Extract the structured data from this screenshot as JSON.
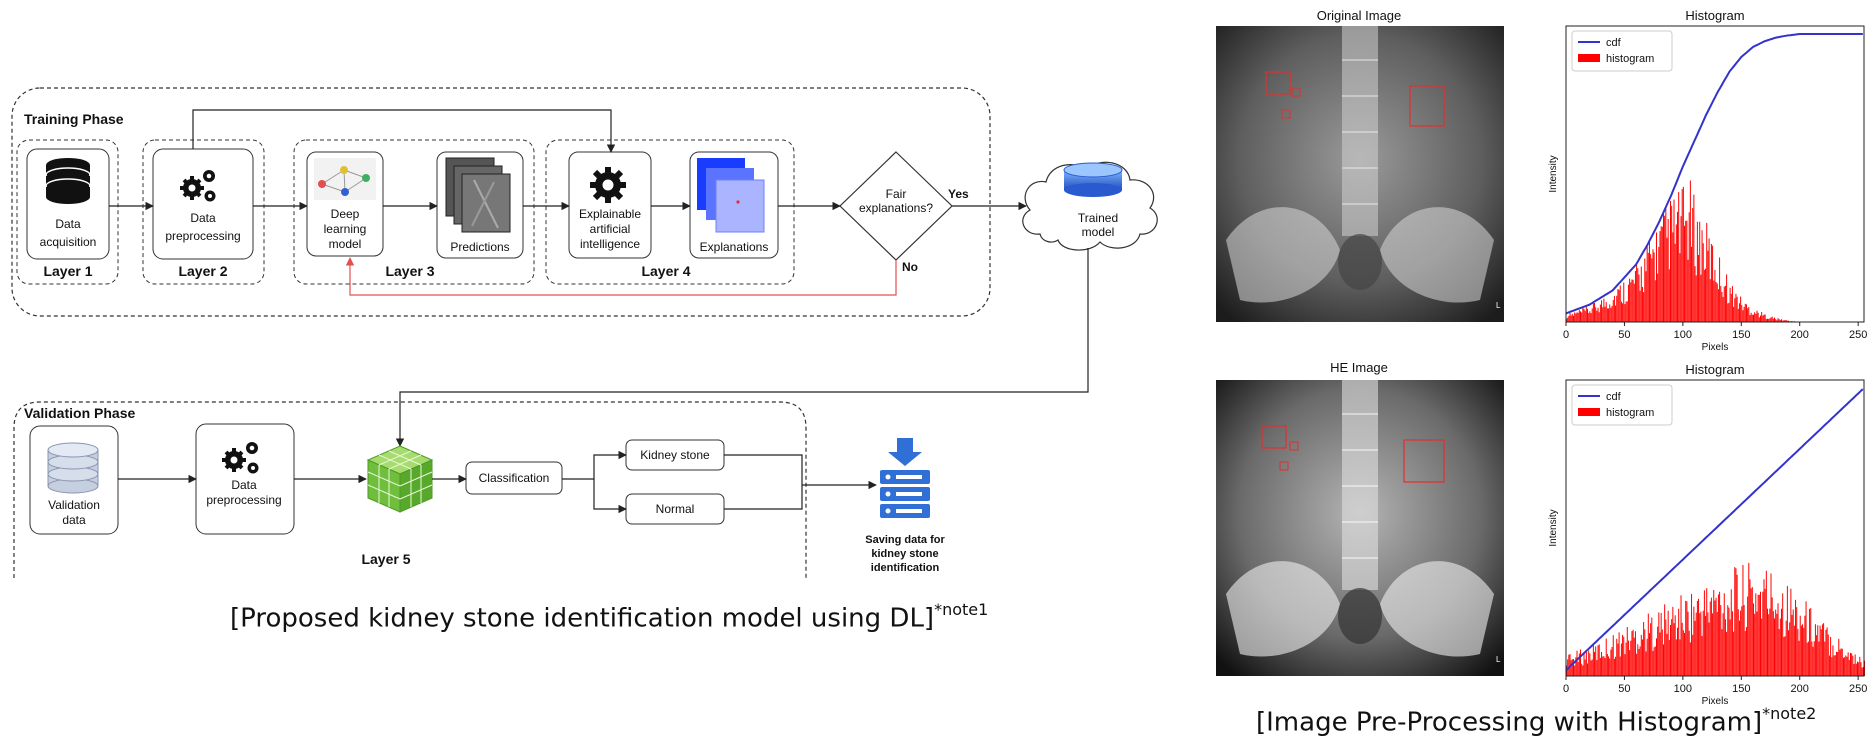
{
  "diagram": {
    "training_phase_label": "Training Phase",
    "validation_phase_label": "Validation Phase",
    "layers": [
      "Layer 1",
      "Layer 2",
      "Layer 3",
      "Layer 4",
      "Layer 5"
    ],
    "nodes": {
      "data_acquisition": [
        "Data",
        "acquisition"
      ],
      "data_preprocessing": [
        "Data",
        "preprocessing"
      ],
      "deep_learning_model": [
        "Deep",
        "learning",
        "model"
      ],
      "predictions": "Predictions",
      "xai": [
        "Explainable",
        "artificial",
        "intelligence"
      ],
      "explanations": "Explanations",
      "decision": [
        "Fair",
        "explanations?"
      ],
      "yes": "Yes",
      "no": "No",
      "trained_model": [
        "Trained",
        "model"
      ],
      "validation_data": [
        "Validation",
        "data"
      ],
      "val_preprocessing": [
        "Data",
        "preprocessing"
      ],
      "classification": "Classification",
      "kidney_stone": "Kidney stone",
      "normal": "Normal",
      "saving": [
        "Saving data for",
        "kidney stone",
        "identification"
      ]
    },
    "colors": {
      "feedback_arrow": "#e05050",
      "accent_blue": "#2f6fd6",
      "cube_green": "#6fbe3c"
    }
  },
  "captions": {
    "left_main": "[Proposed kidney stone identification model using DL]",
    "left_note": "*note1",
    "right_main": "[Image Pre-Processing with Histogram]",
    "right_note": "*note2"
  },
  "panels": {
    "original_title": "Original Image",
    "he_title": "HE Image",
    "xray_marker": "L"
  },
  "chart_data": [
    {
      "type": "bar",
      "title": "Histogram",
      "xlabel": "Pixels",
      "ylabel": "Intensity",
      "xlim": [
        0,
        255
      ],
      "xticks": [
        0,
        50,
        100,
        150,
        200,
        250
      ],
      "grid": false,
      "legend_placement": "top-left",
      "series": [
        {
          "name": "cdf",
          "kind": "line",
          "color": "#3333cc",
          "x": [
            0,
            20,
            40,
            60,
            70,
            80,
            90,
            100,
            110,
            120,
            130,
            140,
            150,
            160,
            170,
            180,
            190,
            200,
            210,
            220,
            255
          ],
          "y": [
            0.03,
            0.06,
            0.11,
            0.2,
            0.27,
            0.35,
            0.44,
            0.54,
            0.63,
            0.72,
            0.8,
            0.87,
            0.92,
            0.955,
            0.975,
            0.988,
            0.995,
            1.0,
            1.0,
            1.0,
            1.0
          ]
        },
        {
          "name": "histogram",
          "kind": "bars",
          "color": "#ff0000",
          "x": [
            0,
            20,
            40,
            60,
            70,
            80,
            90,
            100,
            105,
            110,
            120,
            130,
            140,
            150,
            160,
            170,
            180,
            190,
            200,
            255
          ],
          "y": [
            0.02,
            0.04,
            0.08,
            0.14,
            0.2,
            0.26,
            0.31,
            0.33,
            0.35,
            0.3,
            0.24,
            0.17,
            0.1,
            0.06,
            0.035,
            0.02,
            0.01,
            0.004,
            0.0,
            0.0
          ]
        }
      ]
    },
    {
      "type": "bar",
      "title": "Histogram",
      "xlabel": "Pixels",
      "ylabel": "Intensity",
      "xlim": [
        0,
        255
      ],
      "xticks": [
        0,
        50,
        100,
        150,
        200,
        250
      ],
      "grid": false,
      "legend_placement": "top-left",
      "series": [
        {
          "name": "cdf",
          "kind": "line",
          "color": "#3333cc",
          "x": [
            0,
            255
          ],
          "y": [
            0.02,
            1.0
          ]
        },
        {
          "name": "histogram",
          "kind": "bars",
          "color": "#ff0000",
          "x": [
            0,
            25,
            50,
            75,
            100,
            125,
            150,
            165,
            180,
            200,
            225,
            255
          ],
          "y": [
            0.05,
            0.08,
            0.12,
            0.16,
            0.2,
            0.24,
            0.27,
            0.28,
            0.26,
            0.2,
            0.12,
            0.04
          ]
        }
      ]
    }
  ]
}
